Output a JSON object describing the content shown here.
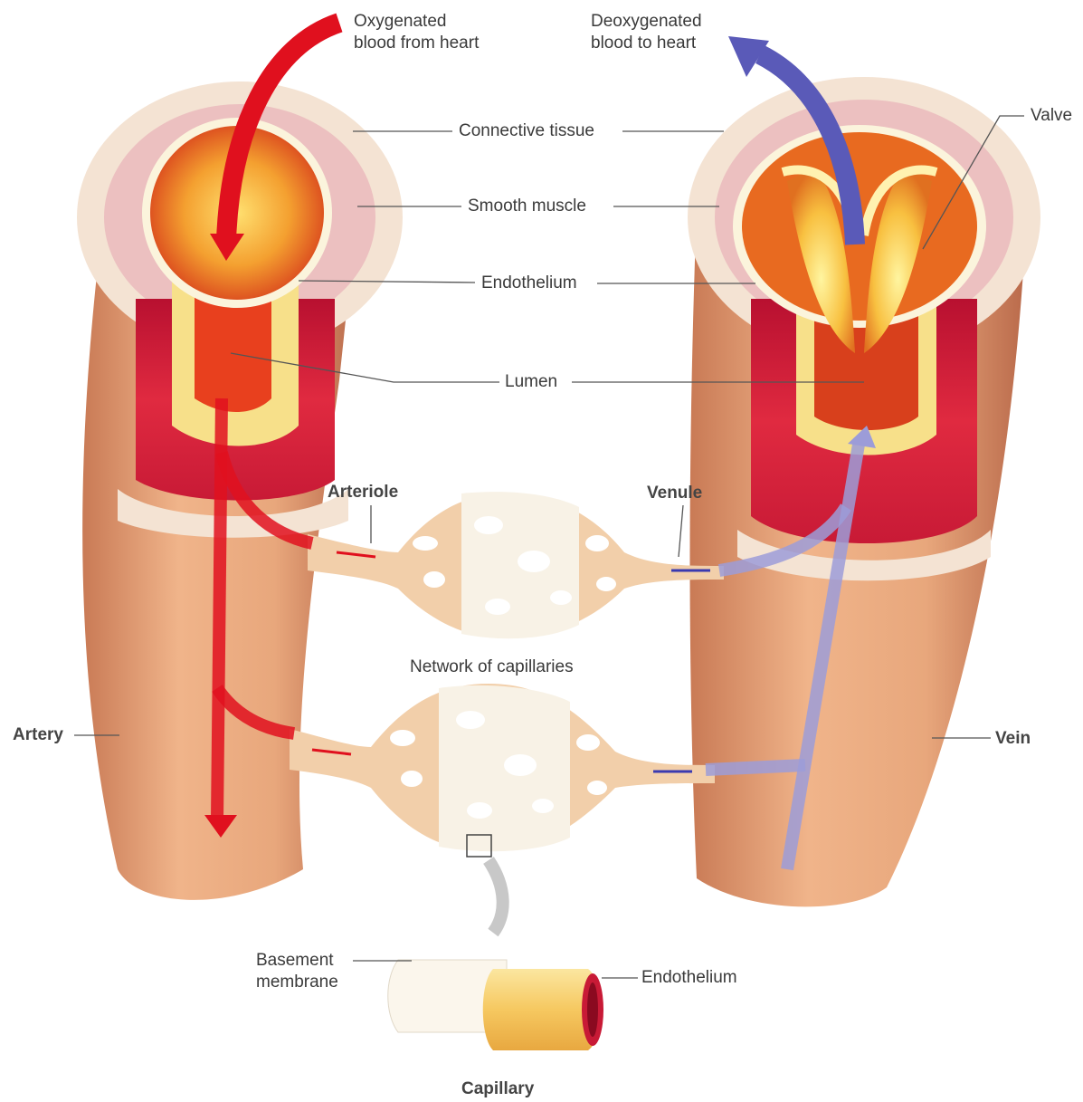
{
  "labels": {
    "oxygenated": "Oxygenated\nblood from heart",
    "deoxygenated": "Deoxygenated\nblood to heart",
    "connective_tissue": "Connective tissue",
    "smooth_muscle": "Smooth muscle",
    "endothelium": "Endothelium",
    "lumen": "Lumen",
    "valve": "Valve",
    "arteriole": "Arteriole",
    "venule": "Venule",
    "network": "Network of capillaries",
    "artery": "Artery",
    "vein": "Vein",
    "basement_membrane": "Basement\nmembrane",
    "capillary_endothelium": "Endothelium",
    "capillary": "Capillary"
  },
  "colors": {
    "vessel_outer": "#e8a77c",
    "vessel_shadow": "#c97a55",
    "connective": "#f4e0d0",
    "muscle": "#e8b4b4",
    "muscle_dark": "#cc1f3a",
    "endothelium": "#f7e08a",
    "lumen_hot": "#e8401e",
    "oxy_arrow": "#e0101e",
    "deoxy_arrow": "#5a5ab8",
    "capillary": "#f2cfaa",
    "leader": "#555555"
  }
}
